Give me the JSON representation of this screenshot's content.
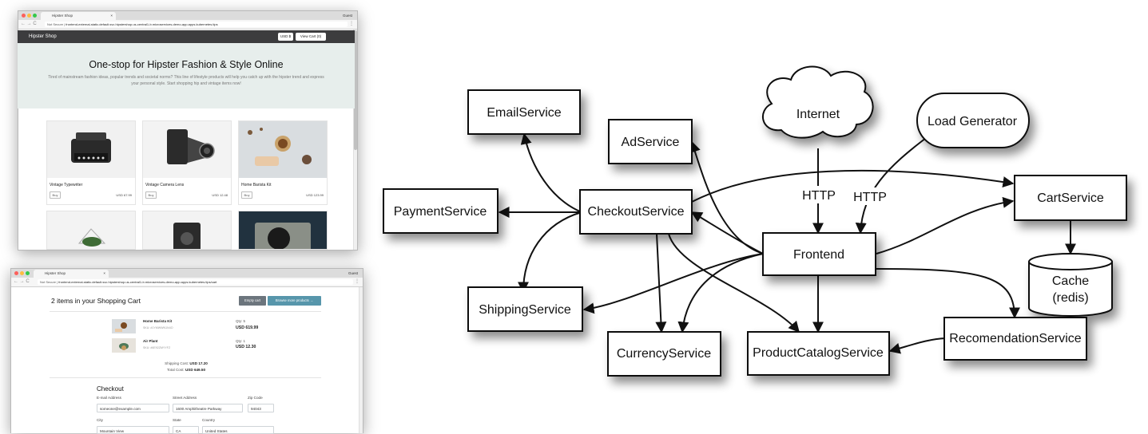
{
  "screenshot_shop": {
    "tab_title": "Hipster Shop",
    "tab_close": "×",
    "guest_label": "Guest",
    "nav_symbols": "← → C",
    "url_prefix": "Not Secure",
    "url": "frontend-external-static.default.svc.hipstershop.us-central1-b.microservices-demo-app.apps.kubernetes.tips",
    "menu_icon": "⋮",
    "brand": "Hipster Shop",
    "currency_button": "USD $",
    "view_cart_button": "View Cart (0)",
    "hero_title": "One-stop for Hipster Fashion & Style Online",
    "hero_subtitle": "Tired of mainstream fashion ideas, popular trends and societal norms? This line of lifestyle products will help you catch up with the hipster trend and express your personal style. Start shopping hip and vintage items now!",
    "products": [
      {
        "name": "Vintage Typewriter",
        "price": "USD 67.99",
        "buy": "Buy"
      },
      {
        "name": "Vintage Camera Lens",
        "price": "USD 12.48",
        "buy": "Buy"
      },
      {
        "name": "Home Barista Kit",
        "price": "USD 123.99",
        "buy": "Buy"
      }
    ]
  },
  "screenshot_cart": {
    "tab_title": "Hipster Shop",
    "tab_close": "×",
    "guest_label": "Guest",
    "nav_symbols": "← → C",
    "url_prefix": "Not Secure",
    "url": "frontend-external-static.default.svc.hipstershop.us-central1-b.microservices-demo-app.apps.kubernetes.tips/cart",
    "menu_icon": "⋮",
    "title": "2 items in your Shopping Cart",
    "empty_cart_button": "Empty cart",
    "browse_button": "Browse more products →",
    "items": [
      {
        "name": "Home Barista Kit",
        "sku": "SKU: #1YMWWN1N4O",
        "qty": "Qty: 5",
        "price": "USD 619.99"
      },
      {
        "name": "Air Plant",
        "sku": "SKU: #6E92ZMYYFZ",
        "qty": "Qty: 1",
        "price": "USD 12.30"
      }
    ],
    "shipping_label": "Shipping Cost:",
    "shipping_value": "USD 17.20",
    "total_label": "Total Cost:",
    "total_value": "USD 649.50",
    "checkout_title": "Checkout",
    "form": {
      "email_label": "E-mail Address",
      "email_value": "someone@example.com",
      "street_label": "Street Address",
      "street_value": "1600 Amphitheatre Parkway",
      "zip_label": "Zip Code",
      "zip_value": "94043",
      "city_label": "City",
      "city_value": "Mountain View",
      "state_label": "State",
      "state_value": "CA",
      "country_label": "Country",
      "country_value": "United States"
    }
  },
  "diagram": {
    "nodes": {
      "internet": "Internet",
      "load_generator": "Load Generator",
      "email": "EmailService",
      "ad": "AdService",
      "payment": "PaymentService",
      "checkout": "CheckoutService",
      "cart": "CartService",
      "frontend": "Frontend",
      "cache_line1": "Cache",
      "cache_line2": "(redis)",
      "shipping": "ShippingService",
      "currency": "CurrencyService",
      "product_catalog": "ProductCatalogService",
      "recommendation": "RecomendationService"
    },
    "edge_labels": {
      "internet_http": "HTTP",
      "loadgen_http": "HTTP"
    }
  }
}
